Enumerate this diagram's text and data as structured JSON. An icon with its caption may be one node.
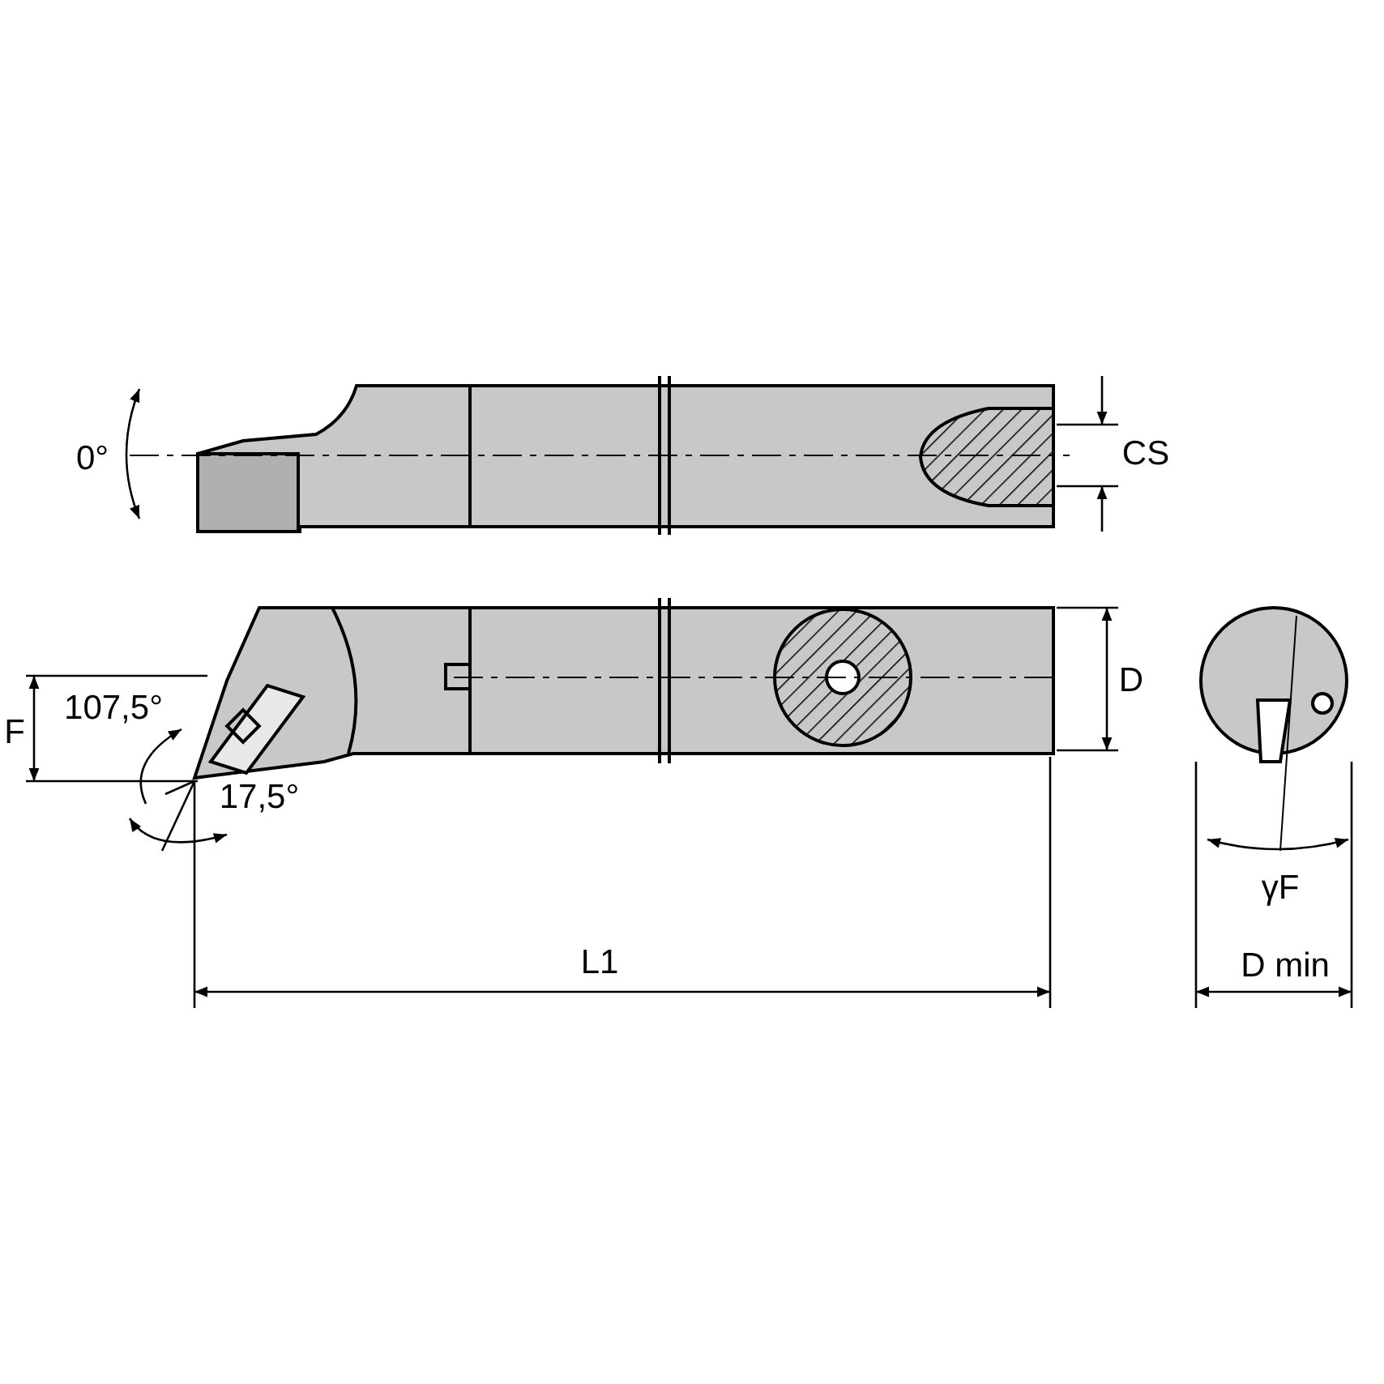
{
  "diagram": {
    "labels": [
      "0°",
      "CS",
      "D",
      "F",
      "107,5°",
      "17,5°",
      "L1",
      "γF",
      "D min"
    ]
  }
}
